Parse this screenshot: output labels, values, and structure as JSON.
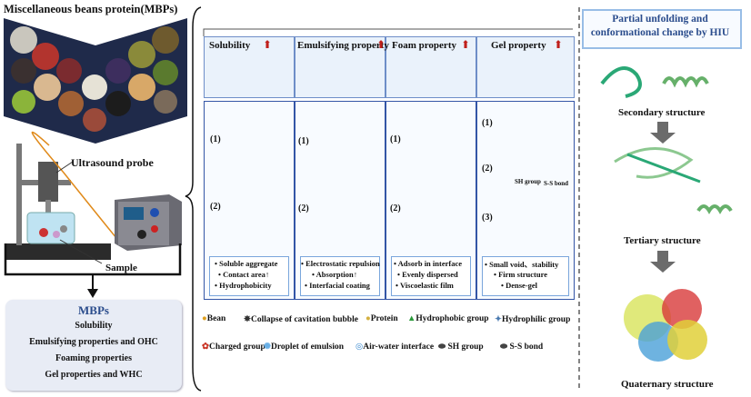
{
  "left": {
    "title": "Miscellaneous beans protein(MBPs)",
    "probe_label": "Ultrasound probe",
    "sample_label": "Sample",
    "mbps_title": "MBPs",
    "mbps_items": [
      "Solubility",
      "Emulsifying properties and OHC",
      "Foaming properties",
      "Gel properties and WHC"
    ]
  },
  "center": {
    "headers": [
      "Solubility",
      "Emulsifying property",
      "Foam property",
      "Gel property"
    ],
    "step_labels": [
      "(1)",
      "(2)",
      "(3)"
    ],
    "effects": [
      [
        "Soluble aggregate",
        "Contact area↑",
        "Hydrophobicity"
      ],
      [
        "Electrostatic repulsion",
        "Absorption↑",
        "Interfacial coating"
      ],
      [
        "Adsorb in interface",
        "Evenly dispersed",
        "Viscoelastic film"
      ],
      [
        "Small void、stability",
        "Firm structure",
        "Dense-gel"
      ]
    ],
    "gel_labels": {
      "sh_group": "SH group",
      "ss_bond": "S-S bond"
    },
    "legend": [
      "Bean",
      "Collapse of cavitation bubble",
      "Protein",
      "Hydrophobic group",
      "Hydrophilic group",
      "Charged group",
      "Droplet of emulsion",
      "Air-water interface",
      "SH group",
      "S-S bond"
    ]
  },
  "right": {
    "hiu_title": "Partial unfolding and conformational change by HIU",
    "structures": [
      "Secondary structure",
      "Tertiary structure",
      "Quaternary structure"
    ]
  },
  "colors": {
    "accent_blue": "#2a4c8c",
    "frame_blue": "#3355a6",
    "increase_red": "#c0201c",
    "gray_arrow": "#6b6b6b"
  }
}
